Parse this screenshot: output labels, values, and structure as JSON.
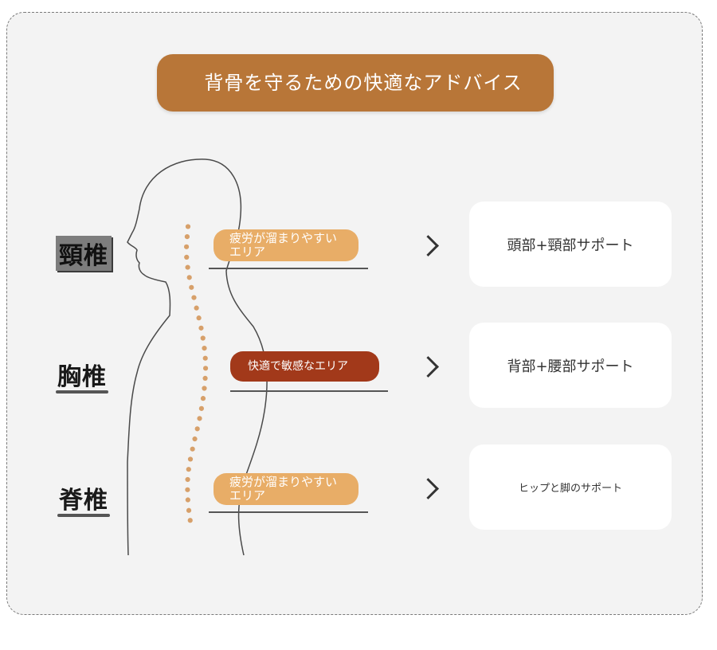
{
  "title": "背骨を守るための快適なアドバイス",
  "spine_sections": [
    {
      "label": "頸椎",
      "area_text": "疲労が溜まりやすいエリア",
      "support": "頭部+頸部サポート"
    },
    {
      "label": "胸椎",
      "area_text": "快適で敏感なエリア",
      "support": "背部+腰部サポート"
    },
    {
      "label": "脊椎",
      "area_text": "疲労が溜まりやすいエリア",
      "support": "ヒップと脚のサポート"
    }
  ],
  "icons": {
    "arrow": "chevron-right-icon",
    "figure": "human-silhouette-icon"
  },
  "colors": {
    "title_bg": "#b87638",
    "pill_light": "#e8ad67",
    "pill_dark": "#a2391a",
    "spine_dots": "#d7a06a",
    "card_bg": "#f3f3f3"
  }
}
